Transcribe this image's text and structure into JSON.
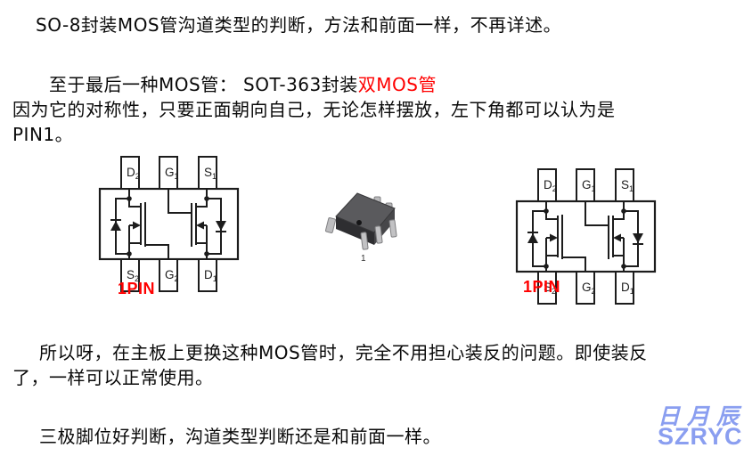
{
  "paragraphs": {
    "p1": "SO-8封装MOS管沟道类型的判断，方法和前面一样，不再详述。",
    "p2_black": "至于最后一种MOS管： SOT-363封装",
    "p2_red": "双MOS管",
    "p2_line2": "因为它的对称性，只要正面朝向自己，无论怎样摆放，左下角都可以认为是",
    "p2_line3": "PIN1。",
    "p3_line1": "所以呀，在主板上更换这种MOS管时，完全不用担心装反的问题。即使装反",
    "p3_line2": "了，一样可以正常使用。",
    "p4": "三极脚位好判断，沟道类型判断还是和前面一样。"
  },
  "diagram": {
    "pins_top": [
      {
        "letter": "D",
        "sub": "2"
      },
      {
        "letter": "G",
        "sub": "1"
      },
      {
        "letter": "S",
        "sub": "1"
      }
    ],
    "pins_bottom": [
      {
        "letter": "S",
        "sub": "2"
      },
      {
        "letter": "G",
        "sub": "2"
      },
      {
        "letter": "D",
        "sub": "1"
      }
    ],
    "pin1_label": "1PIN"
  },
  "package_image": {
    "pin1_number": "1"
  },
  "watermark": {
    "line1": "日月辰",
    "line2": "SZRYC"
  },
  "colors": {
    "accent_red": "#ff0000",
    "schematic_line": "#1c1c1c",
    "watermark_blue": "#8a9ef0"
  }
}
